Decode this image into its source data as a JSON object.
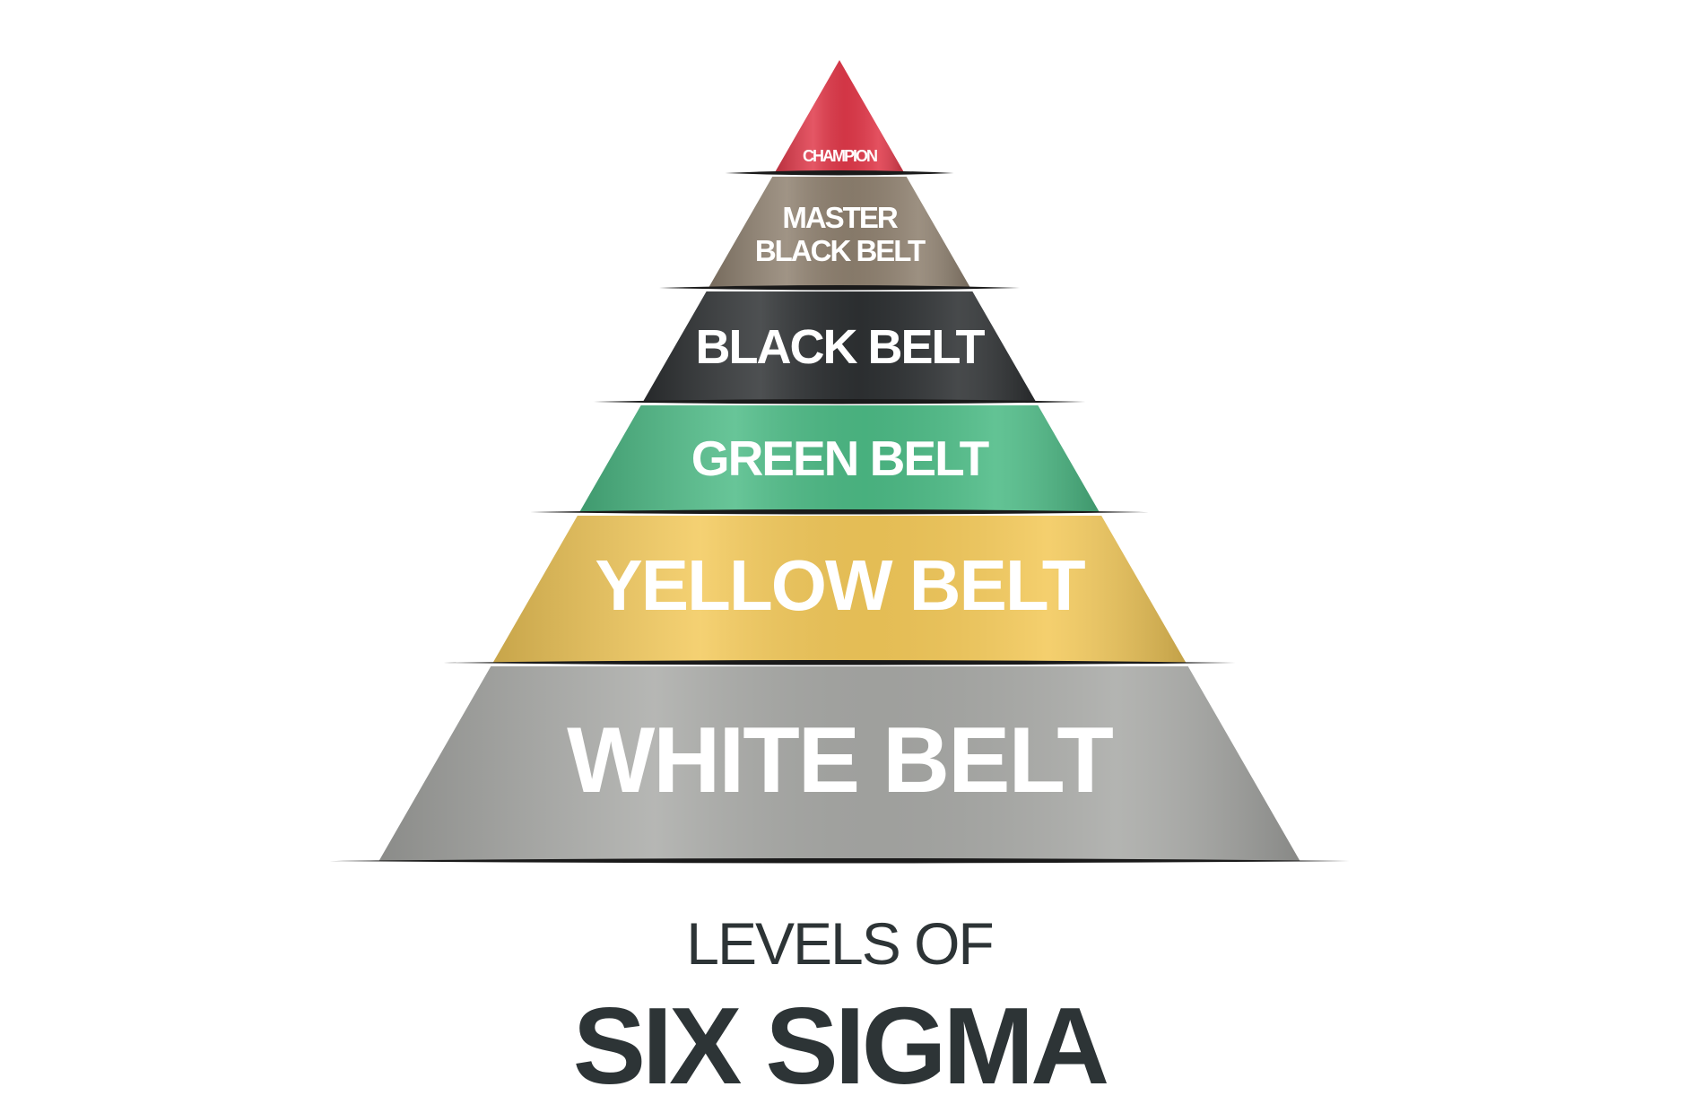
{
  "levels": [
    {
      "label": "CHAMPION",
      "color": "#e0394a"
    },
    {
      "label_line1": "MASTER",
      "label_line2": "BLACK BELT",
      "color": "#8f8170"
    },
    {
      "label": "BLACK BELT",
      "color": "#2e3133"
    },
    {
      "label": "GREEN BELT",
      "color": "#4dbb86"
    },
    {
      "label": "YELLOW BELT",
      "color": "#f3c95a"
    },
    {
      "label": "WHITE BELT",
      "color": "#a9aaa7"
    }
  ],
  "title": {
    "line1": "LEVELS OF",
    "line2": "SIX SIGMA",
    "color": "#2d3436"
  }
}
